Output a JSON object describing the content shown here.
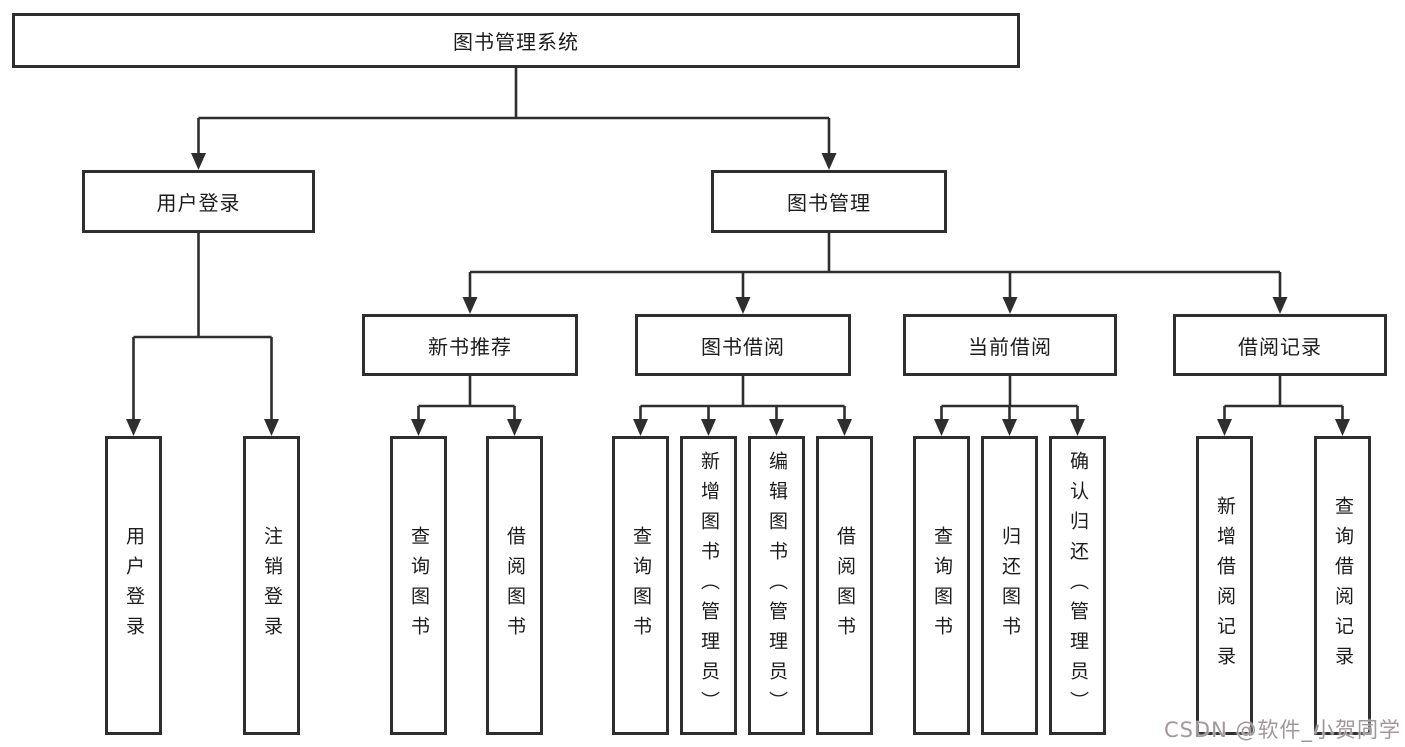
{
  "title": "图书管理系统",
  "watermark": "CSDN @软件_小贺同学",
  "colors": {
    "line": "#2e2e2e",
    "box_border": "#2e2e2e",
    "box_background": "#ffffff",
    "text": "#1c1c1c",
    "watermark": "#a39699",
    "background": "#ffffff"
  },
  "tree": {
    "root": "图书管理系统",
    "user_login": {
      "label": "用户登录",
      "children": [
        "用户登录",
        "注销登录"
      ]
    },
    "book_management": {
      "label": "图书管理",
      "sections": [
        {
          "label": "新书推荐",
          "children": [
            "查询图书",
            "借阅图书"
          ]
        },
        {
          "label": "图书借阅",
          "children": [
            "查询图书",
            "新增图书（管理员）",
            "编辑图书（管理员）",
            "借阅图书"
          ]
        },
        {
          "label": "当前借阅",
          "children": [
            "查询图书",
            "归还图书",
            "确认归还（管理员）"
          ]
        },
        {
          "label": "借阅记录",
          "children": [
            "新增借阅记录",
            "查询借阅记录"
          ]
        }
      ]
    }
  }
}
